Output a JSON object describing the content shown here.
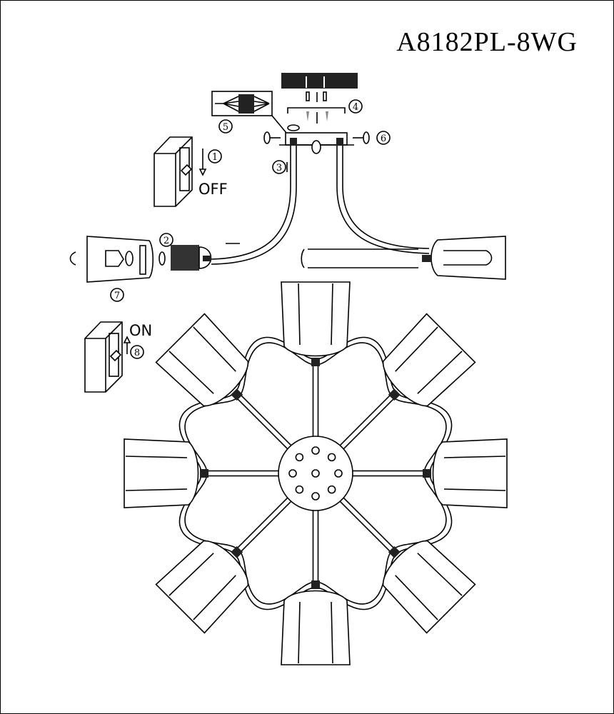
{
  "model": "A8182PL-8WG",
  "switch_off_label": "OFF",
  "switch_on_label": "ON",
  "steps": [
    "1",
    "2",
    "3",
    "4",
    "5",
    "6",
    "7",
    "8"
  ],
  "arm_count": 8
}
